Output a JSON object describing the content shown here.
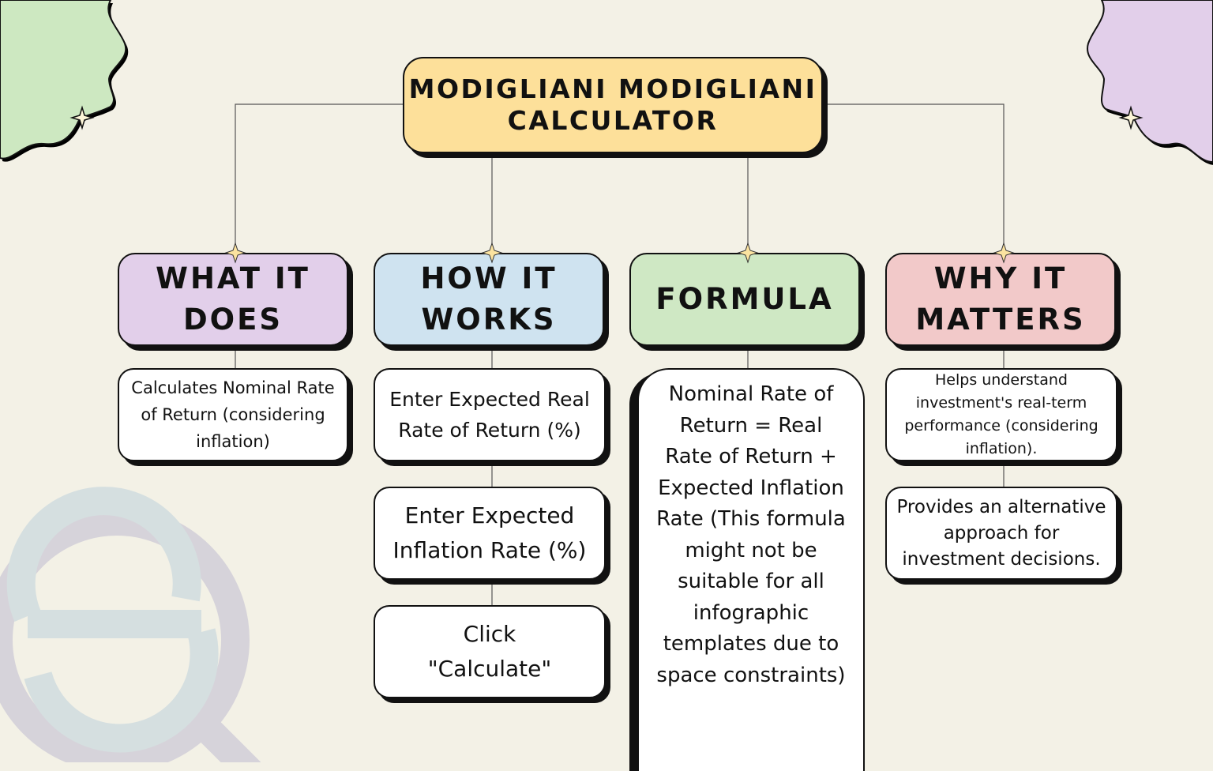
{
  "title": {
    "line1": "MODIGLIANI MODIGLIANI",
    "line2": "CALCULATOR",
    "color": "#fde09a"
  },
  "columns": [
    {
      "heading_line1": "WHAT IT",
      "heading_line2": "DOES",
      "color": "#e2cfea",
      "items": [
        "Calculates Nominal Rate of Return (considering inflation)"
      ]
    },
    {
      "heading_line1": "HOW IT",
      "heading_line2": "WORKS",
      "color": "#cfe3f0",
      "items": [
        "Enter Expected Real Rate of Return (%)",
        "Enter Expected Inflation Rate (%)",
        "Click \"Calculate\""
      ]
    },
    {
      "heading_line1": "FORMULA",
      "heading_line2": "",
      "color": "#cfe8c4",
      "items": [
        "Nominal Rate of Return = Real Rate of Return + Expected Inflation Rate (This formula might not be suitable for all infographic templates due to space constraints)"
      ]
    },
    {
      "heading_line1": "WHY IT",
      "heading_line2": "MATTERS",
      "color": "#f2c9c9",
      "items": [
        "Helps understand investment's real-term performance (considering inflation).",
        "Provides an alternative approach for investment decisions."
      ]
    }
  ],
  "decorations": {
    "blob_left_color": "#cde8c1",
    "blob_right_color": "#e2cfea",
    "watermark_ring_color": "#d6d3da",
    "watermark_s_color": "#d5dfe0",
    "star_fill": "#fbe3a0"
  }
}
